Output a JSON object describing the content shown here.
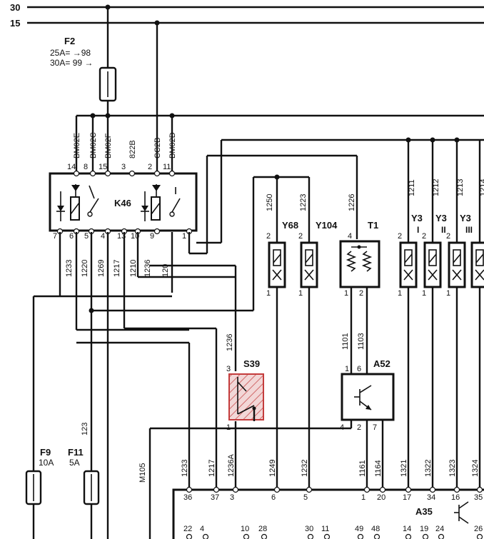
{
  "rails": {
    "r30": "30",
    "r15": "15"
  },
  "fuses": {
    "f2": {
      "name": "F2",
      "line1": "25A= →98",
      "line2": "30A= 99 →"
    },
    "f9": {
      "name": "F9",
      "rating": "10A"
    },
    "f11": {
      "name": "F11",
      "rating": "5A"
    }
  },
  "relay_k46": {
    "name": "K46",
    "top_wires": [
      "BM02E",
      "BM02C",
      "BM02F",
      "822B",
      "CC2B",
      "BM02D"
    ],
    "top_pins": [
      "14",
      "8",
      "15",
      "3",
      "2",
      "11"
    ],
    "bottom_pins": [
      "7",
      "6",
      "5",
      "4",
      "13",
      "10",
      "9",
      "1"
    ],
    "bottom_wires": [
      "1233",
      "1220",
      "1269",
      "1217",
      "1210",
      "1236",
      "120"
    ]
  },
  "components": {
    "y68": {
      "name": "Y68",
      "wire": "1250",
      "pin_top": "2",
      "pin_bottom": "1"
    },
    "y104": {
      "name": "Y104",
      "wire": "1223",
      "pin_top": "2",
      "pin_bottom": "1"
    },
    "t1": {
      "name": "T1",
      "wire": "1226",
      "pin_top": "4",
      "pins_bottom": [
        "1",
        "2"
      ]
    },
    "y3": [
      {
        "name": "Y3",
        "sub": "I",
        "wire": "1211"
      },
      {
        "name": "Y3",
        "sub": "II",
        "wire": "1212"
      },
      {
        "name": "Y3",
        "sub": "III",
        "wire": "1213"
      },
      {
        "name": "",
        "sub": "",
        "wire": "1214"
      }
    ],
    "s39": {
      "name": "S39",
      "wire": "1236",
      "pin_top": "3",
      "pin_bottom": "1"
    },
    "a52": {
      "name": "A52",
      "in_wires": [
        "1101",
        "1103"
      ],
      "pins_top": [
        "1",
        "6"
      ],
      "pins_bottom": [
        "4",
        "2",
        "7"
      ]
    }
  },
  "misc_wires": {
    "m105": "M105",
    "w123": "123"
  },
  "a35": {
    "name": "A35",
    "top_wires": [
      "1233",
      "1217",
      "1236A",
      "1249",
      "1232",
      "1161",
      "1164",
      "1321",
      "1322",
      "1323",
      "1324"
    ],
    "top_pins": [
      "36",
      "37",
      "3",
      "6",
      "5",
      "1",
      "20",
      "17",
      "34",
      "16",
      "35"
    ],
    "bottom_pins": [
      "22",
      "4",
      "10",
      "28",
      "30",
      "11",
      "49",
      "48",
      "14",
      "19",
      "24",
      "26"
    ]
  }
}
